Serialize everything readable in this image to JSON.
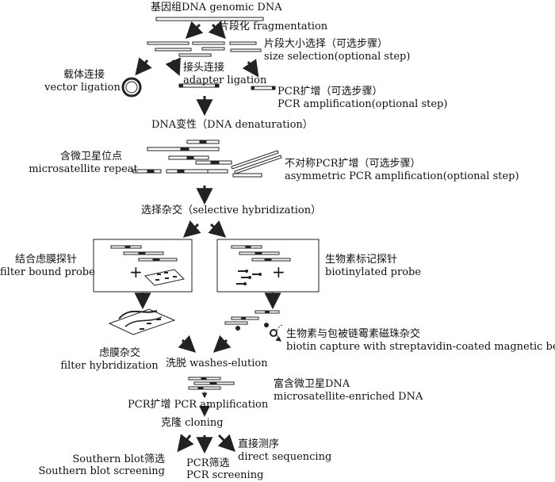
{
  "diagram": {
    "labels": {
      "genomic_dna": "基因组DNA genomic DNA",
      "fragmentation": "片段化 fragmentation",
      "size_selection_cn": "片段大小选择（可选步骤）",
      "size_selection_en": "size selection(optional step)",
      "vector_cn": "载体连接",
      "vector_en": "vector ligation",
      "adapter_cn": "接头连接",
      "adapter_en": "adapter ligation",
      "pcr_amp_cn": "PCR扩增（可选步骤）",
      "pcr_amp_en": "PCR amplification(optional step)",
      "denaturation": "DNA变性（DNA denaturation）",
      "microsat_cn": "含微卫星位点",
      "microsat_en": "microsatellite repeat",
      "asym_cn": "不对称PCR扩增（可选步骤）",
      "asym_en": "asymmetric PCR amplification(optional step)",
      "selective": "选择杂交（selective hybridization）",
      "filter_probe_cn": "结合虑膜探针",
      "filter_probe_en": "filter bound probe",
      "biotin_probe_cn": "生物素标记探针",
      "biotin_probe_en": "biotinylated probe",
      "capture_cn": "生物素与包被链霉素磁珠杂交",
      "capture_en": "biotin capture with streptavidin-coated magnetic beads",
      "filter_hyb_cn": "虑膜杂交",
      "filter_hyb_en": "filter hybridization",
      "wash": "洗脱 washes-elution",
      "enriched_cn": "富含微卫星DNA",
      "enriched_en": "microsatellite-enriched DNA",
      "pcr_amp2": "PCR扩增 PCR amplification",
      "cloning": "克隆 cloning",
      "southern_cn": "Southern blot筛选",
      "southern_en": "Southern blot screening",
      "pcr_screen_cn": "PCR筛选",
      "pcr_screen_en": "PCR screening",
      "direct_cn": "直接测序",
      "direct_en": "direct sequencing",
      "plus_symbol": "+"
    }
  }
}
